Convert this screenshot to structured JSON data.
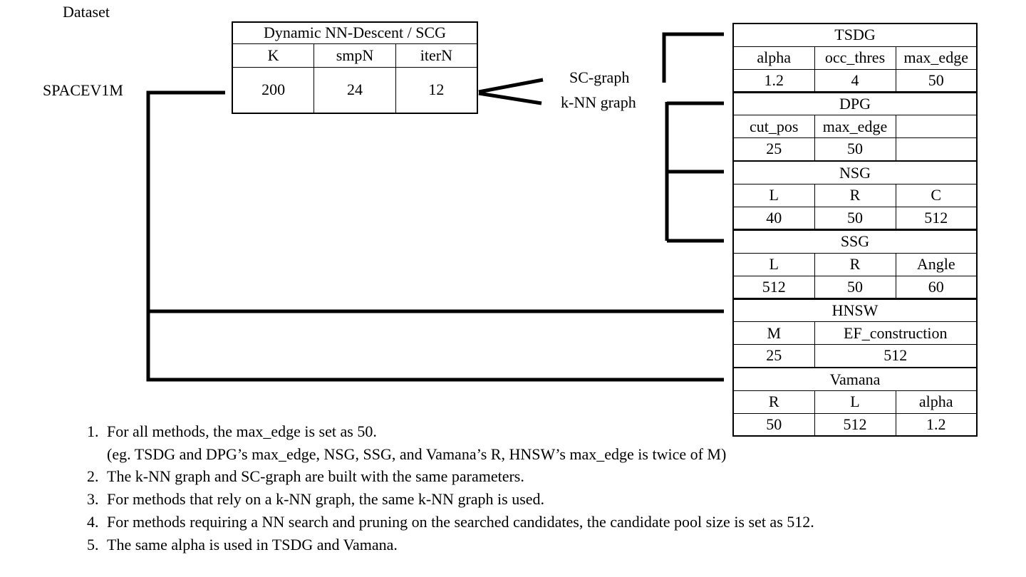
{
  "labels": {
    "dataset": "Dataset",
    "source": "SPACEV1M",
    "sc_graph": "SC-graph",
    "knn_graph": "k-NN graph"
  },
  "build_table": {
    "title": "Dynamic NN-Descent / SCG",
    "headers": [
      "K",
      "smpN",
      "iterN"
    ],
    "values": [
      "200",
      "24",
      "12"
    ]
  },
  "methods": [
    {
      "name": "TSDG",
      "headers": [
        "alpha",
        "occ_thres",
        "max_edge"
      ],
      "values": [
        "1.2",
        "4",
        "50"
      ]
    },
    {
      "name": "DPG",
      "headers": [
        "cut_pos",
        "max_edge",
        ""
      ],
      "values": [
        "25",
        "50",
        ""
      ]
    },
    {
      "name": "NSG",
      "headers": [
        "L",
        "R",
        "C"
      ],
      "values": [
        "40",
        "50",
        "512"
      ]
    },
    {
      "name": "SSG",
      "headers": [
        "L",
        "R",
        "Angle"
      ],
      "values": [
        "512",
        "50",
        "60"
      ]
    },
    {
      "name": "HNSW",
      "headers": [
        "M",
        "EF_construction"
      ],
      "values": [
        "25",
        "512"
      ]
    },
    {
      "name": "Vamana",
      "headers": [
        "R",
        "L",
        "alpha"
      ],
      "values": [
        "50",
        "512",
        "1.2"
      ]
    }
  ],
  "notes": [
    {
      "number": "1.",
      "lines": [
        "For all methods, the max_edge is set as 50.",
        "(eg. TSDG and DPG’s max_edge, NSG, SSG, and Vamana’s R, HNSW’s max_edge is twice of M)"
      ]
    },
    {
      "number": "2.",
      "lines": [
        "The k-NN graph and SC-graph are built with the same parameters."
      ]
    },
    {
      "number": "3.",
      "lines": [
        "For methods that rely on a k-NN graph, the same k-NN graph is used."
      ]
    },
    {
      "number": "4.",
      "lines": [
        "For methods requiring a NN search and pruning on the searched candidates, the candidate pool size is set as 512."
      ]
    },
    {
      "number": "5.",
      "lines": [
        "The same alpha is used in TSDG and Vamana."
      ]
    }
  ]
}
